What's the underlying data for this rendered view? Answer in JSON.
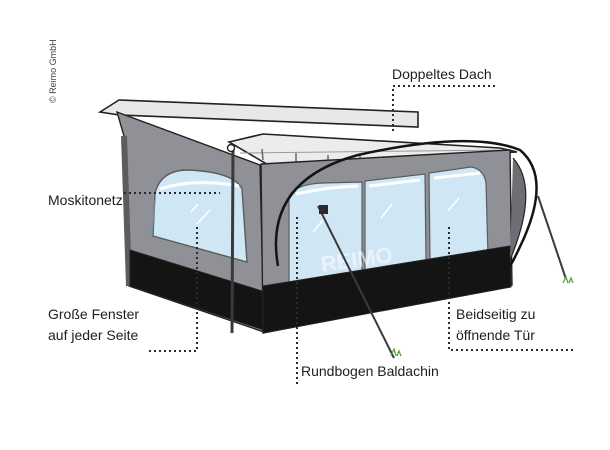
{
  "copyright": "© Reimo GmbH",
  "brand_mark": "REIMO",
  "callouts": {
    "double_roof": {
      "line1": "Doppeltes Dach"
    },
    "mosquito_net": {
      "line1": "Moskitonetz"
    },
    "large_windows": {
      "line1": "Große Fenster",
      "line2": "auf jeder Seite"
    },
    "bow_canopy": {
      "line1": "Rundbogen Baldachin"
    },
    "door": {
      "line1": "Beidseitig zu",
      "line2": "öffnende Tür"
    }
  },
  "colors": {
    "panel": "#8f9196",
    "panel_light": "#a9abb0",
    "window": "#cfe6f4",
    "skirt": "#141414",
    "leader": "#2a2a2a"
  }
}
